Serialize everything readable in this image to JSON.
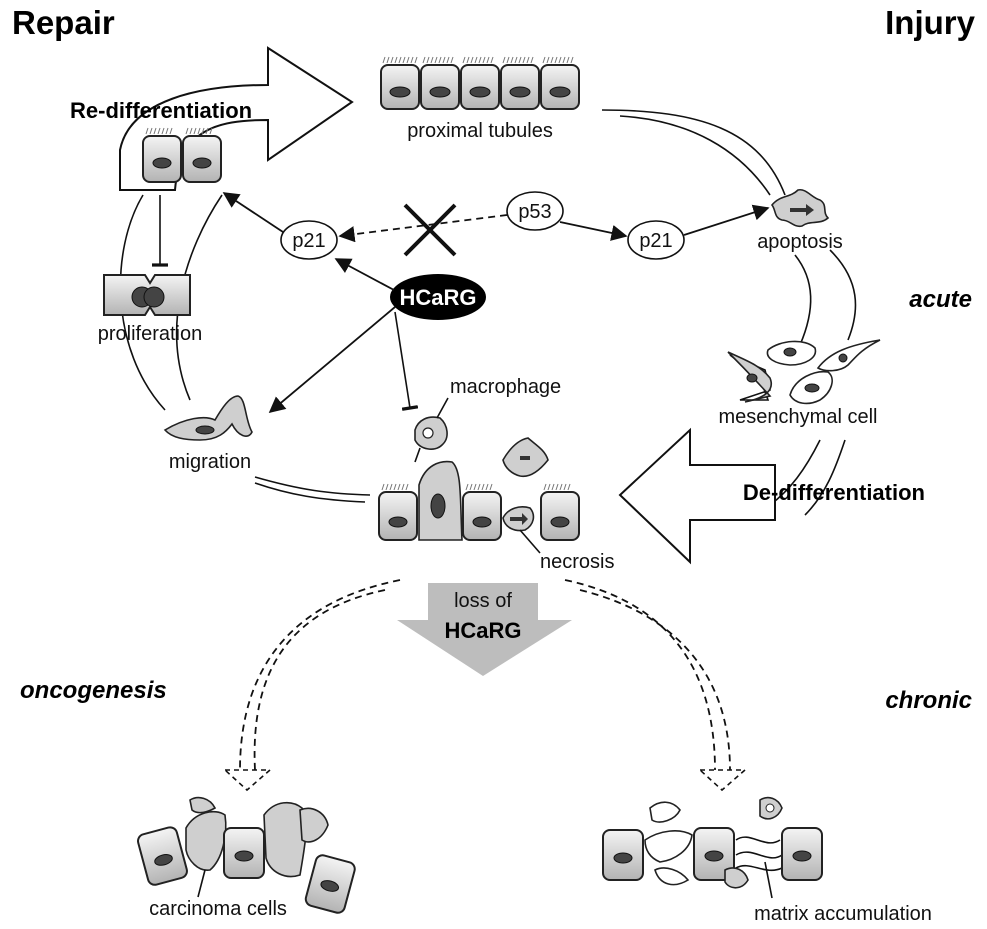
{
  "headers": {
    "repair": "Repair",
    "injury": "Injury"
  },
  "labels": {
    "redifferentiation": "Re-differentiation",
    "proximal_tubules": "proximal tubules",
    "apoptosis": "apoptosis",
    "acute": "acute",
    "mesenchymal_cell": "mesenchymal cell",
    "dedifferentiation": "De-differentiation",
    "necrosis": "necrosis",
    "macrophage": "macrophage",
    "migration": "migration",
    "proliferation": "proliferation",
    "oncogenesis": "oncogenesis",
    "chronic": "chronic",
    "carcinoma_cells": "carcinoma cells",
    "matrix_accumulation": "matrix accumulation"
  },
  "nodes": {
    "p53": "p53",
    "p21_left": "p21",
    "p21_right": "p21",
    "hcarg": "HCaRG"
  },
  "loss_arrow": {
    "line1": "loss of",
    "line2": "HCaRG"
  },
  "colors": {
    "cell_fill_light": "#f2f2f2",
    "cell_fill_dark": "#b5b5b5",
    "nucleus": "#444444",
    "hcarg_fill": "#000000",
    "loss_arrow_fill": "#bdbdbd"
  }
}
